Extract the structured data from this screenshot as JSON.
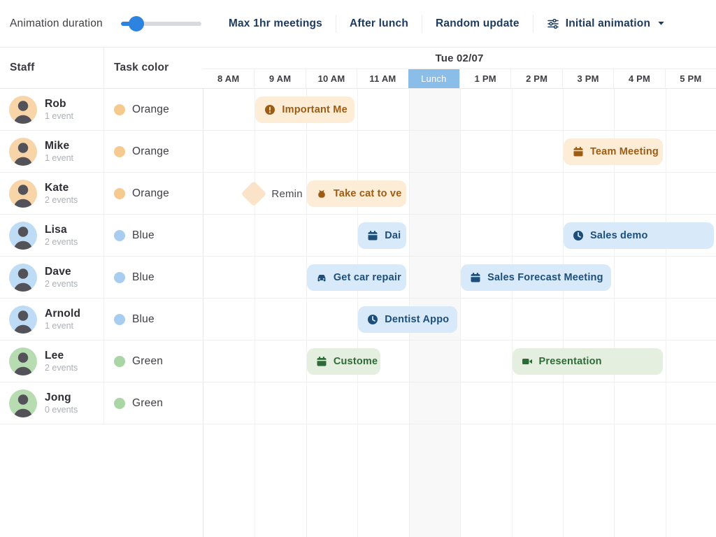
{
  "toolbar": {
    "slider_label": "Animation duration",
    "slider": {
      "value_pct": 18,
      "accent_color": "#2d83e0",
      "track_color": "#d9dadc"
    },
    "buttons": [
      {
        "label": "Max 1hr meetings"
      },
      {
        "label": "After lunch"
      },
      {
        "label": "Random update"
      }
    ],
    "dropdown": {
      "label": "Initial animation",
      "icon": "sliders-icon"
    }
  },
  "grid": {
    "staff_header": "Staff",
    "task_color_header": "Task color",
    "date_header": "Tue 02/07",
    "time_slots": [
      "8 AM",
      "9 AM",
      "10 AM",
      "11 AM",
      "Lunch",
      "1 PM",
      "2 PM",
      "3 PM",
      "4 PM",
      "5 PM"
    ],
    "lunch_slot_index": 4,
    "lunch_header_bg": "#8bbde9",
    "lunch_column_bg": "#f8f8f8",
    "colors": {
      "orange": {
        "dot": "#f6c98e",
        "event_bg": "#fdecd6",
        "event_text": "#9c5c14",
        "milestone": "#fae3c8",
        "avatar_bg": "#f7d5a8"
      },
      "blue": {
        "dot": "#a9cdf0",
        "event_bg": "#d8eafa",
        "event_text": "#1d4e79",
        "avatar_bg": "#bedcf5"
      },
      "green": {
        "dot": "#a9d6a4",
        "event_bg": "#e4efdf",
        "event_text": "#2e6a38",
        "avatar_bg": "#b7dcb2"
      }
    },
    "rows": [
      {
        "name": "Rob",
        "events_label": "1 event",
        "color_name": "Orange",
        "color_key": "orange",
        "events": [
          {
            "label": "Important Me",
            "icon": "exclamation-icon",
            "start": 9,
            "end": 11
          }
        ]
      },
      {
        "name": "Mike",
        "events_label": "1 event",
        "color_name": "Orange",
        "color_key": "orange",
        "events": [
          {
            "label": "Team Meeting",
            "icon": "calendar-icon",
            "start": 15,
            "end": 17
          }
        ]
      },
      {
        "name": "Kate",
        "events_label": "2 events",
        "color_name": "Orange",
        "color_key": "orange",
        "milestone": {
          "label": "Remin",
          "time": 9
        },
        "events": [
          {
            "label": "Take cat to ve",
            "icon": "cat-icon",
            "start": 10,
            "end": 12
          }
        ]
      },
      {
        "name": "Lisa",
        "events_label": "2 events",
        "color_name": "Blue",
        "color_key": "blue",
        "events": [
          {
            "label": "Dai",
            "icon": "calendar-icon",
            "start": 11,
            "end": 12
          },
          {
            "label": "Sales demo",
            "icon": "clock-icon",
            "start": 15,
            "end": 18
          }
        ]
      },
      {
        "name": "Dave",
        "events_label": "2 events",
        "color_name": "Blue",
        "color_key": "blue",
        "events": [
          {
            "label": "Get car repair",
            "icon": "car-icon",
            "start": 10,
            "end": 12
          },
          {
            "label": "Sales Forecast Meeting",
            "icon": "calendar-icon",
            "start": 13,
            "end": 16
          }
        ]
      },
      {
        "name": "Arnold",
        "events_label": "1 event",
        "color_name": "Blue",
        "color_key": "blue",
        "events": [
          {
            "label": "Dentist Appo",
            "icon": "clock-icon",
            "start": 11,
            "end": 13
          }
        ]
      },
      {
        "name": "Lee",
        "events_label": "2 events",
        "color_name": "Green",
        "color_key": "green",
        "events": [
          {
            "label": "Custome",
            "icon": "calendar-icon",
            "start": 10,
            "end": 11.5
          },
          {
            "label": "Presentation",
            "icon": "video-icon",
            "start": 14,
            "end": 17
          }
        ]
      },
      {
        "name": "Jong",
        "events_label": "0 events",
        "color_name": "Green",
        "color_key": "green",
        "events": []
      }
    ]
  }
}
